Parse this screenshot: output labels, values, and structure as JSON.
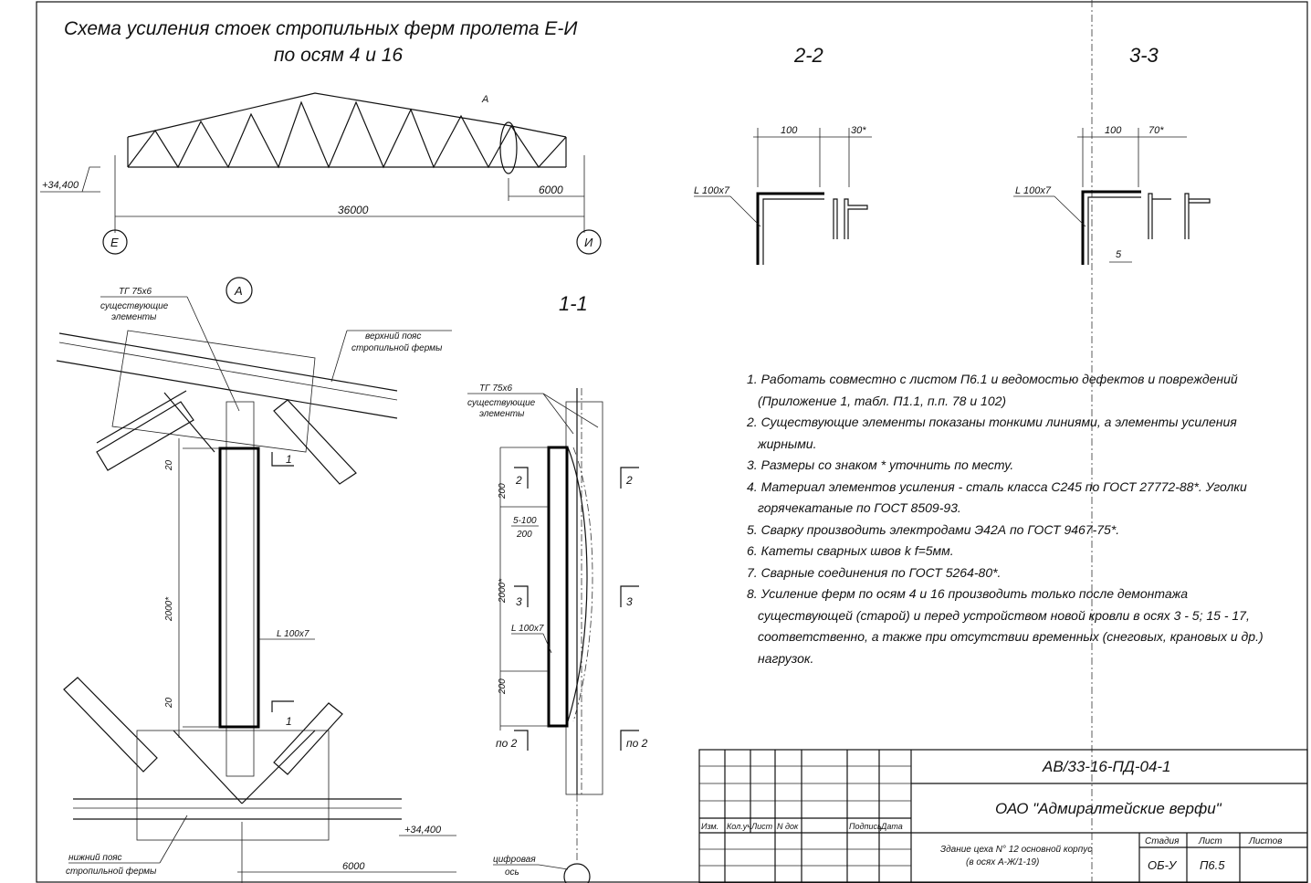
{
  "title": {
    "line1": "Схема усиления стоек стропильных ферм пролета Е-И",
    "line2": "по осям 4 и 16"
  },
  "truss": {
    "elev": "+34,400",
    "span": "36000",
    "dim6000": "6000",
    "axis_left": "Е",
    "axis_right": "И",
    "node": "А"
  },
  "section_2_2": {
    "title": "2-2",
    "dim1": "100",
    "dim2": "30*",
    "angle": "L 100x7"
  },
  "section_3_3": {
    "title": "3-3",
    "dim1": "100",
    "dim2": "70*",
    "angle": "L 100x7",
    "dim5": "5"
  },
  "node_a": {
    "label": "А",
    "tee": "ТГ 75х6",
    "existing1": "существующие",
    "existing2": "элементы",
    "top_chord1": "верхний пояс",
    "top_chord2": "стропильной фермы",
    "bottom_chord1": "нижний пояс",
    "bottom_chord2": "стропильной фермы",
    "d20a": "20",
    "d2000": "2000*",
    "d20b": "20",
    "angle": "L 100x7",
    "cut": "1",
    "elev": "+34,400",
    "dim6000": "6000"
  },
  "section_1_1": {
    "title": "1-1",
    "tee": "ТГ 75х6",
    "existing1": "существующие",
    "existing2": "элементы",
    "d200a": "200",
    "weld1": "5-100",
    "weld2": "200",
    "d2000": "2000*",
    "angle": "L 100x7",
    "d200b": "200",
    "cut2": "2",
    "cut3": "3",
    "cutpo2": "по 2",
    "axis1": "цифровая",
    "axis2": "ось"
  },
  "notes": [
    "1. Работать совместно с листом П6.1 и ведомостью дефектов и повреждений (Приложение 1, табл. П1.1, п.п. 78 и 102)",
    "2. Существующие элементы показаны тонкими линиями, а элементы усиления жирными.",
    "3. Размеры со знаком * уточнить по месту.",
    "4. Материал элементов усиления - сталь класса С245 по ГОСТ 27772-88*. Уголки горячекатаные по ГОСТ 8509-93.",
    "5. Сварку производить электродами Э42А по ГОСТ 9467-75*.",
    "6. Катеты сварных швов k f=5мм.",
    "7. Сварные соединения по ГОСТ 5264-80*.",
    "8. Усиление ферм по осям 4 и 16 производить только после демонтажа существующей (старой) и перед устройством новой кровли в осях 3 - 5; 15 - 17, соответственно, а также при отсутствии временных (снеговых, крановых и др.) нагрузок."
  ],
  "stamp": {
    "code": "АВ/33-16-ПД-04-1",
    "org": "ОАО \"Адмиралтейские верфи\"",
    "cols": [
      "Изм.",
      "Кол.уч",
      "Лист",
      "N док",
      "Подпись",
      "Дата"
    ],
    "object1": "Здание цеха N° 12 основной корпус",
    "object2": "(в осях А-Ж/1-19)",
    "stage_h": "Стадия",
    "sheet_h": "Лист",
    "sheets_h": "Листов",
    "stage": "ОБ-У",
    "sheet": "П6.5"
  }
}
